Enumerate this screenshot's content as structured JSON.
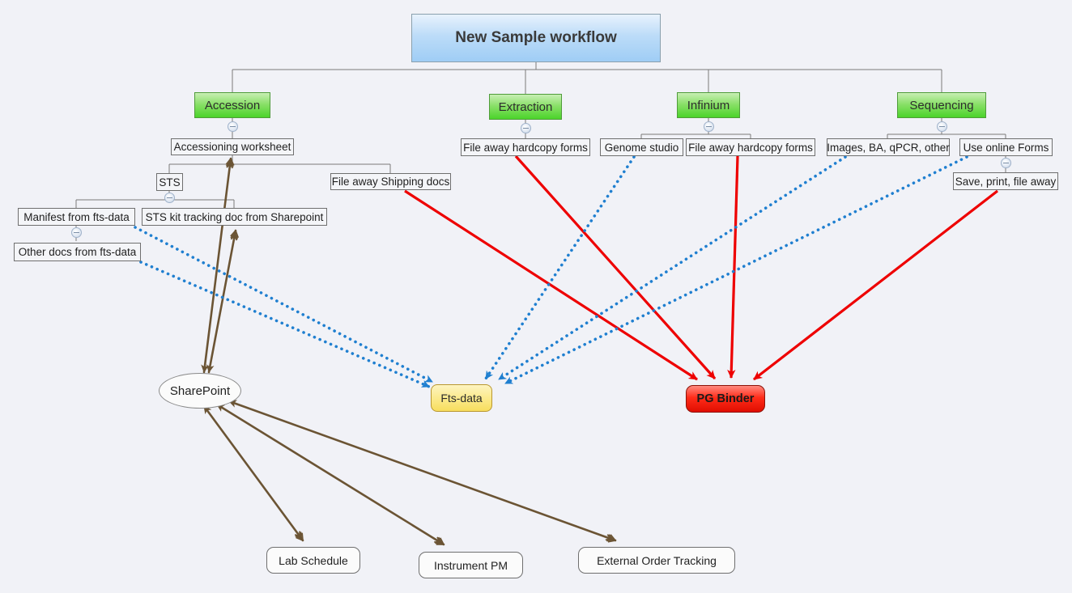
{
  "diagram": {
    "title": "New Sample workflow",
    "background_color": "#f1f2f7"
  },
  "palette": {
    "root_fill": "#9fcdf5",
    "stage_fill": "#4bd42a",
    "sharepoint_fill": "#fbfbfb",
    "ftsdata_fill": "#f7dd5e",
    "pgbinder_fill": "#e00d00",
    "tree_line": "#7a7a7a",
    "brown_arrow": "#6b5434",
    "red_arrow": "#ee0000",
    "blue_dotted_arrow": "#1f7fd0"
  },
  "nodes": {
    "root": {
      "label": "New Sample workflow"
    },
    "stages": [
      {
        "label": "Accession"
      },
      {
        "label": "Extraction"
      },
      {
        "label": "Infinium"
      },
      {
        "label": "Sequencing"
      }
    ],
    "accession_children": [
      {
        "label": "Accessioning worksheet"
      },
      {
        "label": "STS"
      },
      {
        "label": "File away Shipping docs"
      },
      {
        "label": "Manifest from fts-data"
      },
      {
        "label": "STS kit tracking doc from Sharepoint"
      },
      {
        "label": "Other docs from fts-data"
      }
    ],
    "extraction_children": [
      {
        "label": "File away hardcopy forms"
      }
    ],
    "infinium_children": [
      {
        "label": "Genome studio"
      },
      {
        "label": "File away hardcopy forms"
      }
    ],
    "sequencing_children": [
      {
        "label": "Images, BA, qPCR, other"
      },
      {
        "label": "Use online Forms"
      },
      {
        "label": "Save, print, file away"
      }
    ],
    "targets": [
      {
        "label": "SharePoint"
      },
      {
        "label": "Fts-data"
      },
      {
        "label": "PG Binder"
      }
    ],
    "sources": [
      {
        "label": "Lab Schedule"
      },
      {
        "label": "Instrument PM"
      },
      {
        "label": "External Order Tracking"
      }
    ]
  }
}
